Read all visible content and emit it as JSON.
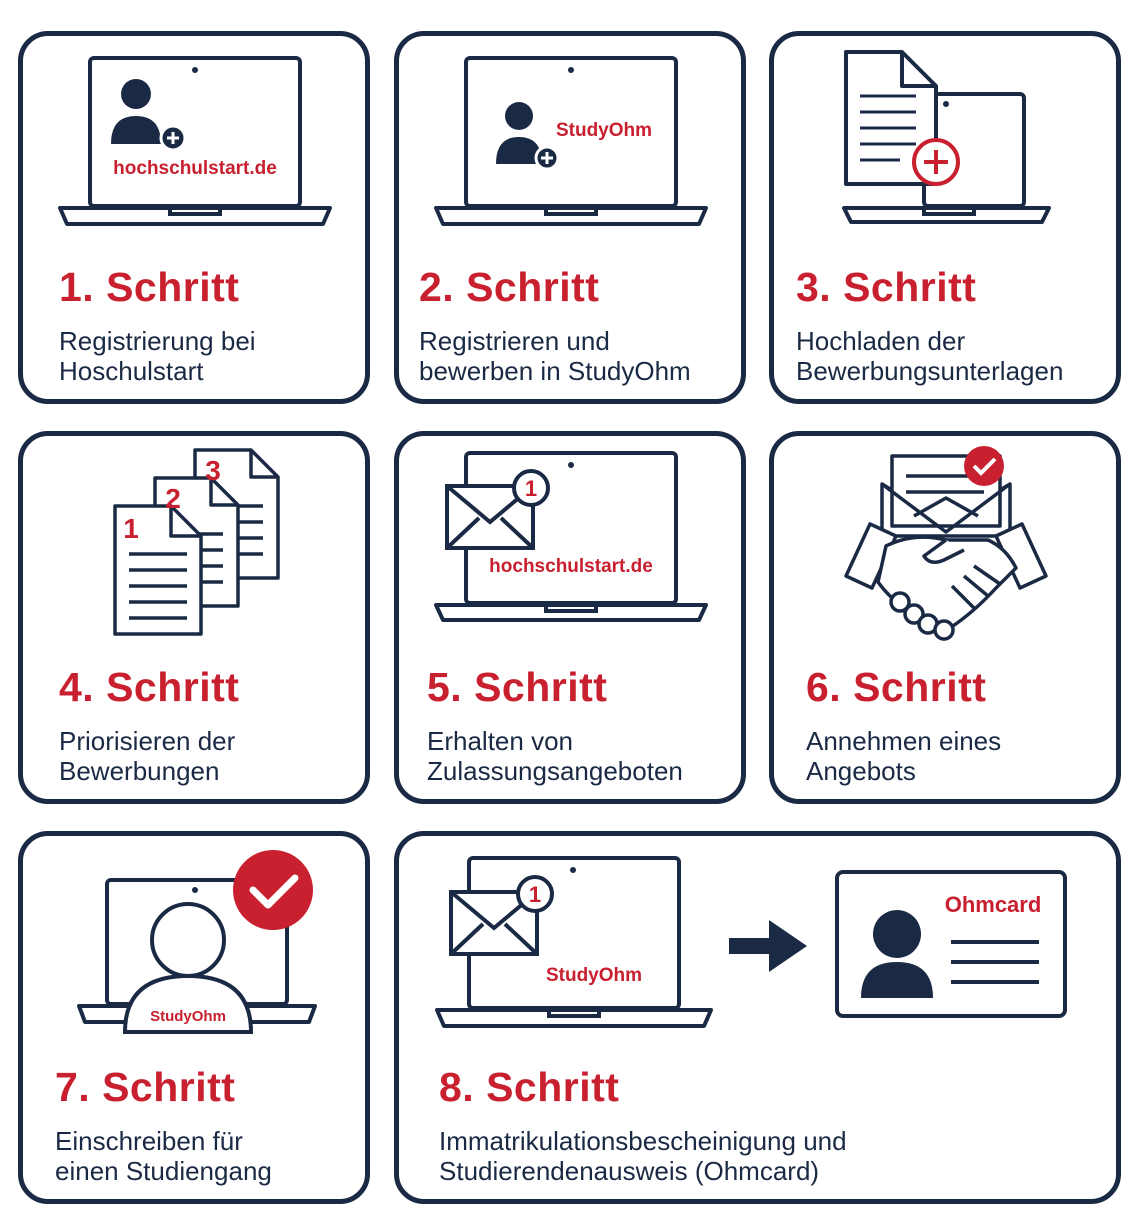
{
  "colors": {
    "navy": "#1b2a44",
    "red": "#c8202f",
    "white": "#ffffff"
  },
  "steps": [
    {
      "title": "1. Schritt",
      "desc": [
        "Registrierung bei",
        "Hoschulstart"
      ],
      "screen_text": "hochschulstart.de",
      "icons": [
        "laptop-icon",
        "user-add-icon"
      ]
    },
    {
      "title": "2. Schritt",
      "desc": [
        "Registrieren und",
        "bewerben in StudyOhm"
      ],
      "screen_text": "StudyOhm",
      "icons": [
        "laptop-icon",
        "user-add-icon"
      ]
    },
    {
      "title": "3. Schritt",
      "desc": [
        "Hochladen der",
        "Bewerbungsunterlagen"
      ],
      "icons": [
        "document-icon",
        "laptop-icon",
        "add-circle-icon"
      ]
    },
    {
      "title": "4. Schritt",
      "desc": [
        "Priorisieren der",
        "Bewerbungen"
      ],
      "doc_numbers": [
        "1",
        "2",
        "3"
      ],
      "icons": [
        "documents-stack-icon"
      ]
    },
    {
      "title": "5. Schritt",
      "desc": [
        "Erhalten von",
        "Zulassungsangeboten"
      ],
      "screen_text": "hochschulstart.de",
      "badge": "1",
      "icons": [
        "laptop-icon",
        "mail-icon"
      ]
    },
    {
      "title": "6. Schritt",
      "desc": [
        "Annehmen eines",
        "Angebots"
      ],
      "icons": [
        "envelope-check-icon",
        "handshake-icon"
      ]
    },
    {
      "title": "7. Schritt",
      "desc": [
        "Einschreiben für",
        "einen Studiengang"
      ],
      "screen_text": "StudyOhm",
      "icons": [
        "laptop-icon",
        "person-icon",
        "check-circle-icon"
      ]
    },
    {
      "title": "8. Schritt",
      "desc": [
        "Immatrikulationsbescheinigung und",
        "Studierendenausweis (Ohmcard)"
      ],
      "screen_text": "StudyOhm",
      "badge": "1",
      "card_text": "Ohmcard",
      "icons": [
        "laptop-icon",
        "mail-icon",
        "arrow-right-icon",
        "id-card-icon"
      ]
    }
  ]
}
